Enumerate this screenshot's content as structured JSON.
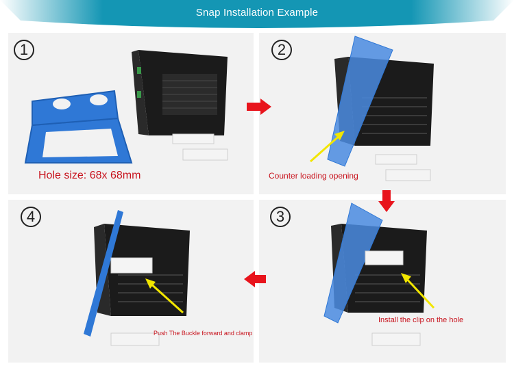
{
  "title": "Snap Installation Example",
  "colors": {
    "banner": "#1496b4",
    "panel_blue": "#2f78d6",
    "device_dark": "#1b1b1b",
    "clip_white": "#f4f4f4",
    "accent_red": "#e8141c",
    "pointer_yellow": "#f2e600"
  },
  "steps": [
    {
      "number": "1",
      "caption": "Hole size: 68x 68mm"
    },
    {
      "number": "2",
      "caption": "Counter loading opening"
    },
    {
      "number": "3",
      "caption": "Install the clip on the hole"
    },
    {
      "number": "4",
      "caption": "Push The Buckle forward and clamp"
    }
  ],
  "icons": {
    "flow_arrow": "red-arrow-icon",
    "pointer": "yellow-pointer-arrow-icon"
  }
}
